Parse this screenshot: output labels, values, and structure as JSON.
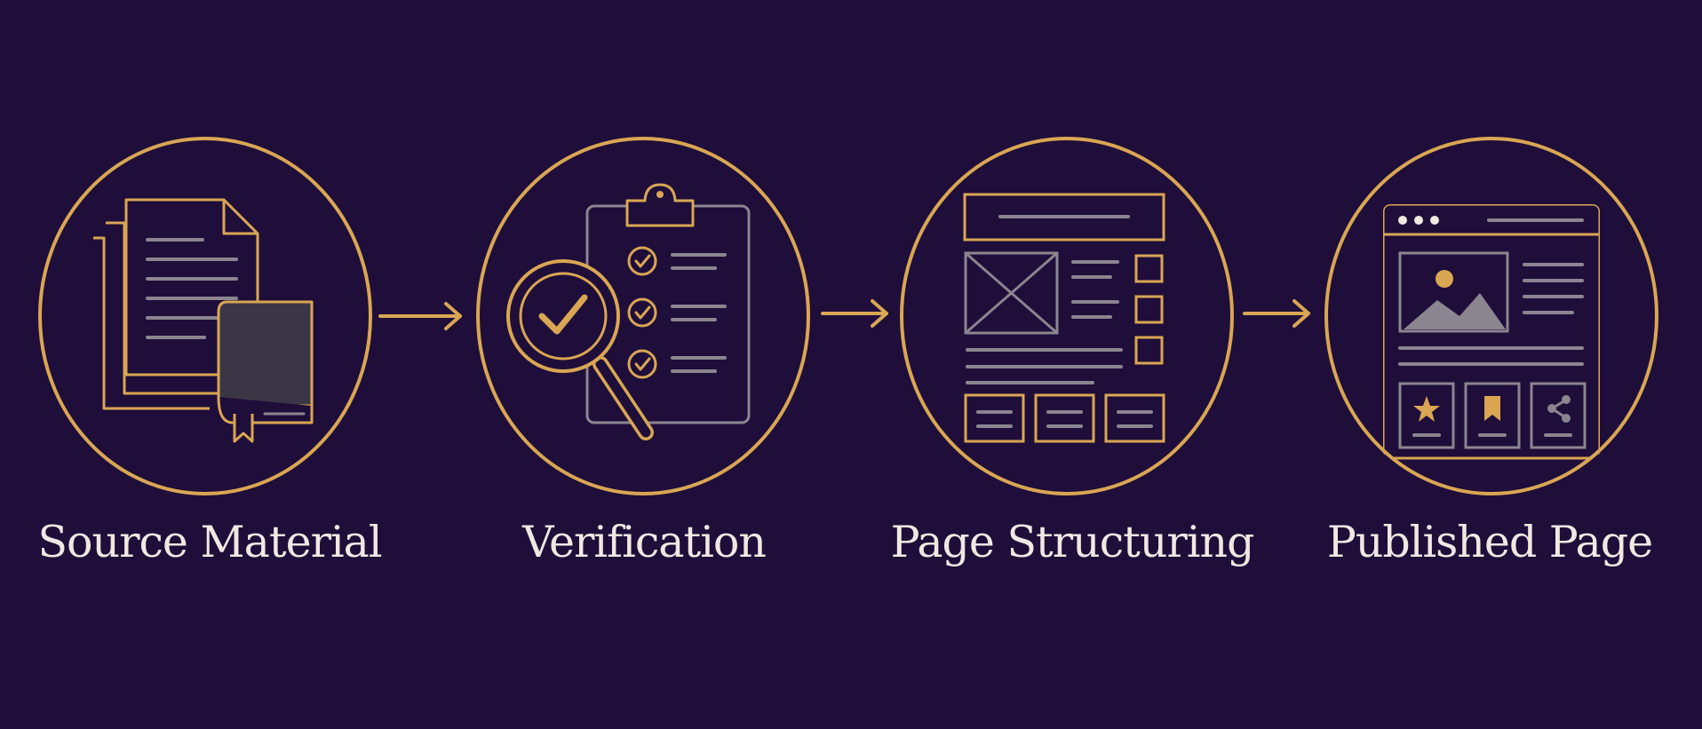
{
  "colors": {
    "background": "#1f0e3a",
    "accent_gold": "#d9a653",
    "muted_gray": "#8b8590",
    "dark_fill": "#3b3645",
    "label_text": "#f1e8e2"
  },
  "stages": [
    {
      "label": "Source Material",
      "icon": "documents-and-book-icon"
    },
    {
      "label": "Verification",
      "icon": "checklist-magnifier-icon"
    },
    {
      "label": "Page Structuring",
      "icon": "page-layout-wireframe-icon"
    },
    {
      "label": "Published Page",
      "icon": "published-web-page-icon"
    }
  ],
  "connectors": [
    {
      "from": "Source Material",
      "to": "Verification",
      "icon": "arrow-right-icon"
    },
    {
      "from": "Verification",
      "to": "Page Structuring",
      "icon": "arrow-right-icon"
    },
    {
      "from": "Page Structuring",
      "to": "Published Page",
      "icon": "arrow-right-icon"
    }
  ]
}
